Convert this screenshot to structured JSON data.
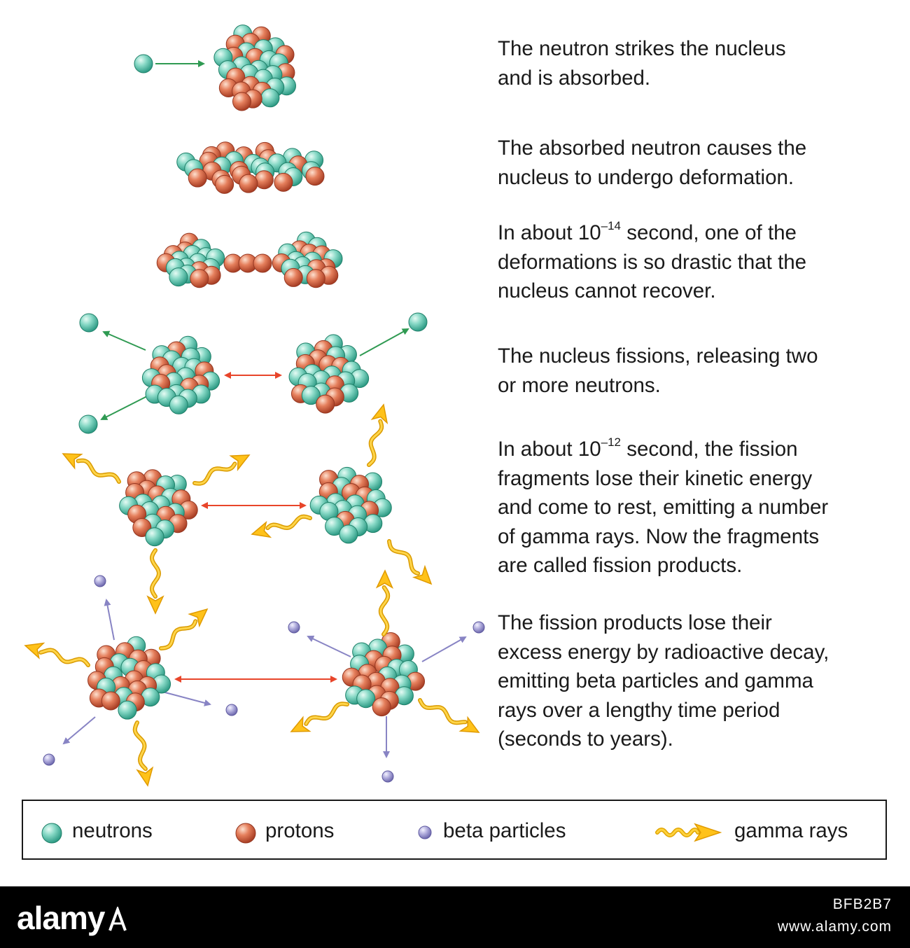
{
  "steps": [
    {
      "lines": [
        "The neutron strikes the nucleus",
        "and is absorbed."
      ]
    },
    {
      "lines": [
        "The absorbed neutron causes the",
        "nucleus to undergo deformation."
      ]
    },
    {
      "line1_pre": "In about 10",
      "line1_exp": "–14",
      "line1_post": " second, one of the",
      "lines": [
        "deformations is so drastic that the",
        "nucleus cannot recover."
      ]
    },
    {
      "lines": [
        "The nucleus fissions, releasing two",
        "or more neutrons."
      ]
    },
    {
      "line1_pre": "In about 10",
      "line1_exp": "–12",
      "line1_post": " second, the fission",
      "lines": [
        "fragments lose their kinetic energy",
        "and come to rest, emitting a number",
        "of gamma rays. Now the fragments",
        "are called fission products."
      ]
    },
    {
      "lines": [
        "The fission products lose their",
        "excess energy by radioactive decay,",
        "emitting beta particles and gamma",
        "rays over a lengthy time period",
        "(seconds to years)."
      ]
    }
  ],
  "legend": {
    "neutrons": "neutrons",
    "protons": "protons",
    "beta": "beta particles",
    "gamma": "gamma rays"
  },
  "colors": {
    "neutron": "#7ed1bf",
    "proton": "#e2785a",
    "beta": "#a9a6d6",
    "gamma": "#ffc21a",
    "neutron_arrow": "#2f9a52",
    "split_arrow": "#e8452a",
    "beta_arrow": "#8884c4"
  },
  "footer": {
    "brand": "alamy",
    "image_id": "BFB2B7",
    "site": "www.alamy.com"
  }
}
